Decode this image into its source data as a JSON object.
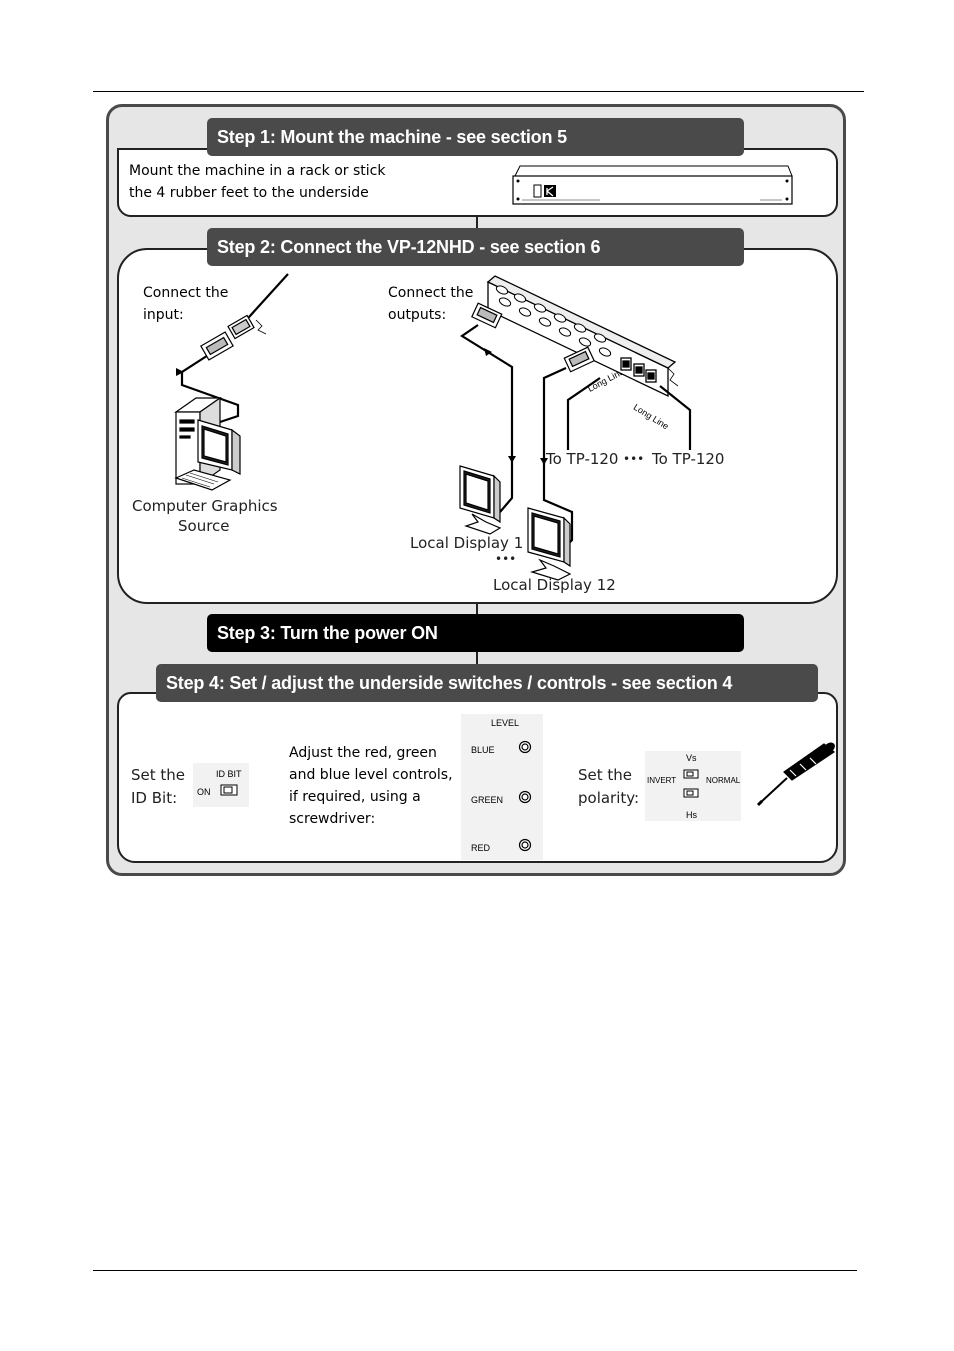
{
  "steps": {
    "step1": {
      "title": "Step 1: Mount the machine - see section 5",
      "text_line1": "Mount the machine in a rack or stick",
      "text_line2": "the 4 rubber feet to the underside"
    },
    "step2": {
      "title": "Step 2: Connect the VP-12NHD - see section 6",
      "connect_input_line1": "Connect the",
      "connect_input_line2": "input:",
      "connect_outputs_line1": "Connect the",
      "connect_outputs_line2": "outputs:",
      "source_line1": "Computer Graphics",
      "source_line2": "Source",
      "local_display_1": "Local Display 1",
      "local_display_12": "Local Display 12",
      "ellipsis": "•••",
      "to_tp_1": "To TP-120",
      "to_tp_2": "To TP-120",
      "long_line_1": "Long Line",
      "long_line_2": "Long Line"
    },
    "step3": {
      "title": "Step 3: Turn the power ON"
    },
    "step4": {
      "title": "Step 4: Set / adjust the underside switches / controls  - see section 4",
      "set_id_line1": "Set the",
      "set_id_line2": "ID Bit:",
      "id_bit_label": "ID BIT",
      "on_label": "ON",
      "adjust_line1": "Adjust the red, green",
      "adjust_line2": "and blue level controls,",
      "adjust_line3": "if required, using a",
      "adjust_line4": "screwdriver:",
      "level_label": "LEVEL",
      "blue_label": "BLUE",
      "green_label": "GREEN",
      "red_label": "RED",
      "set_polarity_line1": "Set the",
      "set_polarity_line2": "polarity:",
      "vs_label": "Vs",
      "hs_label": "Hs",
      "invert_label": "INVERT",
      "normal_label": "NORMAL"
    }
  },
  "colors": {
    "frame_bg": "#e6e6e6",
    "bar_dark": "#4a4a4a",
    "bar_black": "#000000"
  }
}
